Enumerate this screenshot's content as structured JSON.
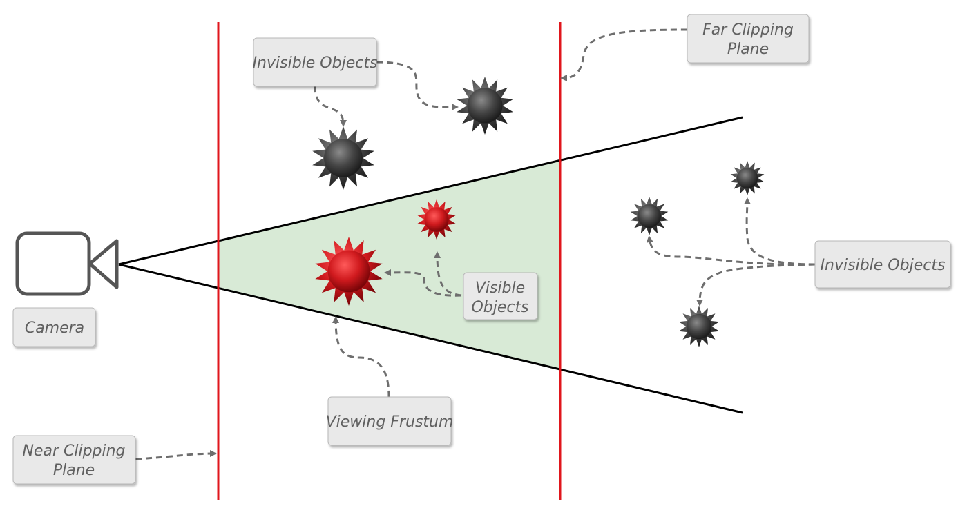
{
  "labels": {
    "invisible_objects_top": "Invisible Objects",
    "far_clipping_plane_line1": "Far Clipping",
    "far_clipping_plane_line2": "Plane",
    "invisible_objects_right": "Invisible Objects",
    "visible_objects_line1": "Visible",
    "visible_objects_line2": "Objects",
    "camera": "Camera",
    "viewing_frustum": "Viewing Frustum",
    "near_clipping_plane_line1": "Near Clipping",
    "near_clipping_plane_line2": "Plane"
  },
  "colors": {
    "clipping_plane": "#e0161c",
    "frustum_fill": "#d8ead6",
    "visible_object": "#c8141b",
    "invisible_object": "#454545",
    "arrow": "#6e6e6e",
    "label_box": "#e9e9e9"
  }
}
